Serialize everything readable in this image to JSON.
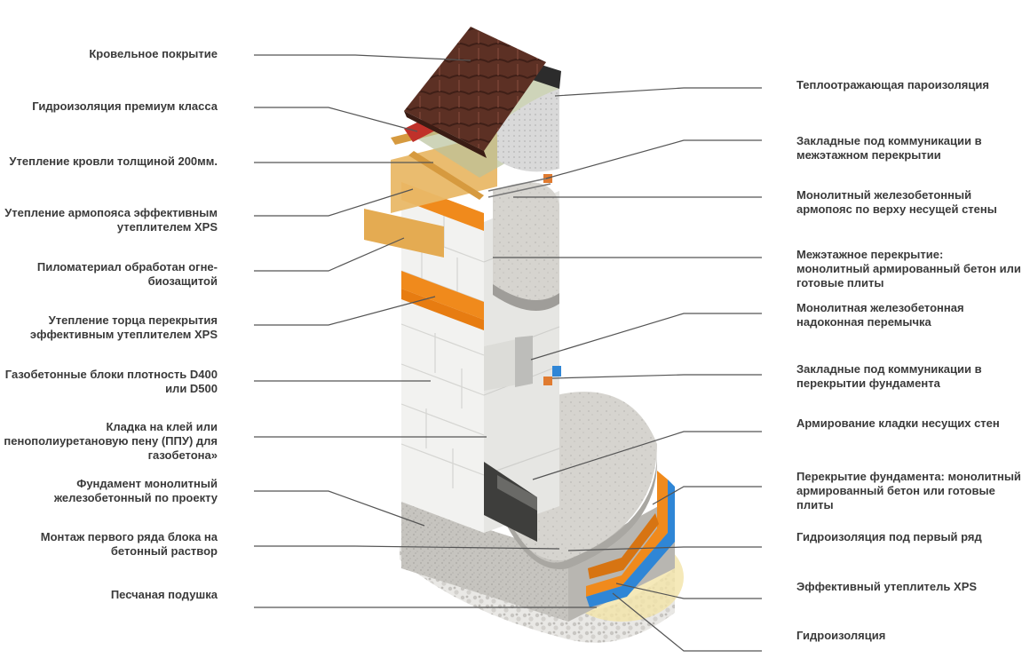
{
  "labels_left": [
    {
      "id": "roof-covering",
      "text": "Кровельное покрытие"
    },
    {
      "id": "waterproofing-premium",
      "text": "Гидроизоляция премиум класса"
    },
    {
      "id": "roof-insulation",
      "text": "Утепление кровли толщиной 200мм."
    },
    {
      "id": "ring-beam-insulation",
      "text": "Утепление армопояса эффективным\nутеплителем XPS"
    },
    {
      "id": "treated-lumber",
      "text": "Пиломатериал обработан огне-\nбиозащитой"
    },
    {
      "id": "slab-edge-insulation",
      "text": "Утепление торца перекрытия\nэффективным утеплителем XPS"
    },
    {
      "id": "aerated-blocks",
      "text": "Газобетонные блоки плотность D400\nили D500"
    },
    {
      "id": "masonry-glue",
      "text": "Кладка на клей или\nпенополиуретановую пену (ППУ) для\nгазобетона»"
    },
    {
      "id": "foundation",
      "text": "Фундамент монолитный\nжелезобетонный по проекту"
    },
    {
      "id": "first-row-mortar",
      "text": "Монтаж первого ряда блока на\nбетонный раствор"
    },
    {
      "id": "sand-cushion",
      "text": "Песчаная подушка"
    }
  ],
  "labels_right": [
    {
      "id": "vapor-barrier",
      "text": "Теплоотражающая пароизоляция"
    },
    {
      "id": "floor-utility-embeds",
      "text": "Закладные под коммуникации в\nмежэтажном перекрытии"
    },
    {
      "id": "ring-beam",
      "text": "Монолитный железобетонный\nармопояс по верху несущей стены"
    },
    {
      "id": "interfloor-slab",
      "text": "Межэтажное перекрытие:\nмонолитный армированный бетон или\nготовые плиты"
    },
    {
      "id": "window-lintel",
      "text": "Монолитная железобетонная\nнадоконная перемычка"
    },
    {
      "id": "foundation-utility-embeds",
      "text": "Закладные под коммуникации в\nперекрытии фундамента"
    },
    {
      "id": "wall-reinforcement",
      "text": "Армирование кладки несущих стен"
    },
    {
      "id": "foundation-slab",
      "text": "Перекрытие фундамента: монолитный\nармированный бетон или готовые\nплиты"
    },
    {
      "id": "first-row-waterproofing",
      "text": "Гидроизоляция под первый ряд"
    },
    {
      "id": "xps-insulation",
      "text": "Эффективный утеплитель XPS"
    },
    {
      "id": "waterproofing",
      "text": "Гидроизоляция"
    }
  ],
  "colors": {
    "label_text": "#3a3a3a",
    "leader_line": "#555555",
    "roof_tile": "#5a2e22",
    "roof_red": "#c0312a",
    "wood": "#e4ab52",
    "xps_orange": "#f08a1c",
    "aerated_block": "#f2f2f0",
    "concrete": "#c9c7c2",
    "waterproof_blue": "#2f86d6"
  }
}
